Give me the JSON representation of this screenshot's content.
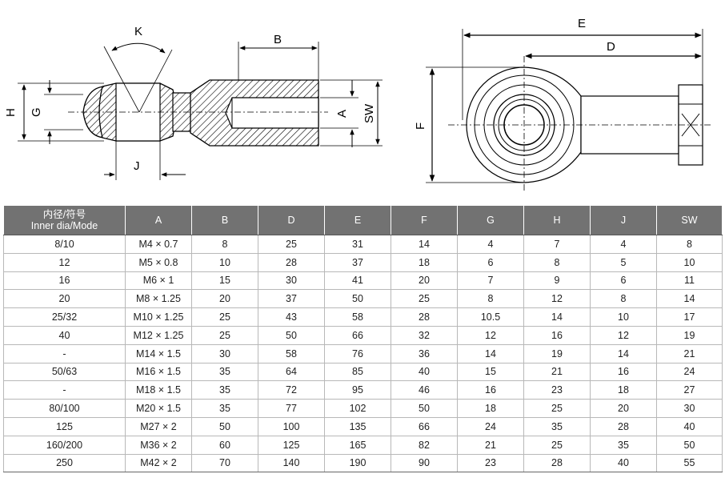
{
  "drawing": {
    "side_view_labels": {
      "K": "K",
      "B": "B",
      "H": "H",
      "G": "G",
      "J": "J",
      "A": "A",
      "SW": "SW"
    },
    "front_view_labels": {
      "E": "E",
      "D": "D",
      "F": "F"
    }
  },
  "table": {
    "headers": [
      "内径/符号",
      "Inner dia/Mode",
      "A",
      "B",
      "D",
      "E",
      "F",
      "G",
      "H",
      "J",
      "SW"
    ],
    "rows": [
      [
        "8/10",
        "M4 × 0.7",
        "8",
        "25",
        "31",
        "14",
        "4",
        "7",
        "4",
        "8"
      ],
      [
        "12",
        "M5 × 0.8",
        "10",
        "28",
        "37",
        "18",
        "6",
        "8",
        "5",
        "10"
      ],
      [
        "16",
        "M6 × 1",
        "15",
        "30",
        "41",
        "20",
        "7",
        "9",
        "6",
        "11"
      ],
      [
        "20",
        "M8 × 1.25",
        "20",
        "37",
        "50",
        "25",
        "8",
        "12",
        "8",
        "14"
      ],
      [
        "25/32",
        "M10 × 1.25",
        "25",
        "43",
        "58",
        "28",
        "10.5",
        "14",
        "10",
        "17"
      ],
      [
        "40",
        "M12 × 1.25",
        "25",
        "50",
        "66",
        "32",
        "12",
        "16",
        "12",
        "19"
      ],
      [
        "-",
        "M14 × 1.5",
        "30",
        "58",
        "76",
        "36",
        "14",
        "19",
        "14",
        "21"
      ],
      [
        "50/63",
        "M16 × 1.5",
        "35",
        "64",
        "85",
        "40",
        "15",
        "21",
        "16",
        "24"
      ],
      [
        "-",
        "M18 × 1.5",
        "35",
        "72",
        "95",
        "46",
        "16",
        "23",
        "18",
        "27"
      ],
      [
        "80/100",
        "M20 × 1.5",
        "35",
        "77",
        "102",
        "50",
        "18",
        "25",
        "20",
        "30"
      ],
      [
        "125",
        "M27 × 2",
        "50",
        "100",
        "135",
        "66",
        "24",
        "35",
        "28",
        "40"
      ],
      [
        "160/200",
        "M36 × 2",
        "60",
        "125",
        "165",
        "82",
        "21",
        "25",
        "35",
        "50"
      ],
      [
        "250",
        "M42 × 2",
        "70",
        "140",
        "190",
        "90",
        "23",
        "28",
        "40",
        "55"
      ]
    ]
  }
}
